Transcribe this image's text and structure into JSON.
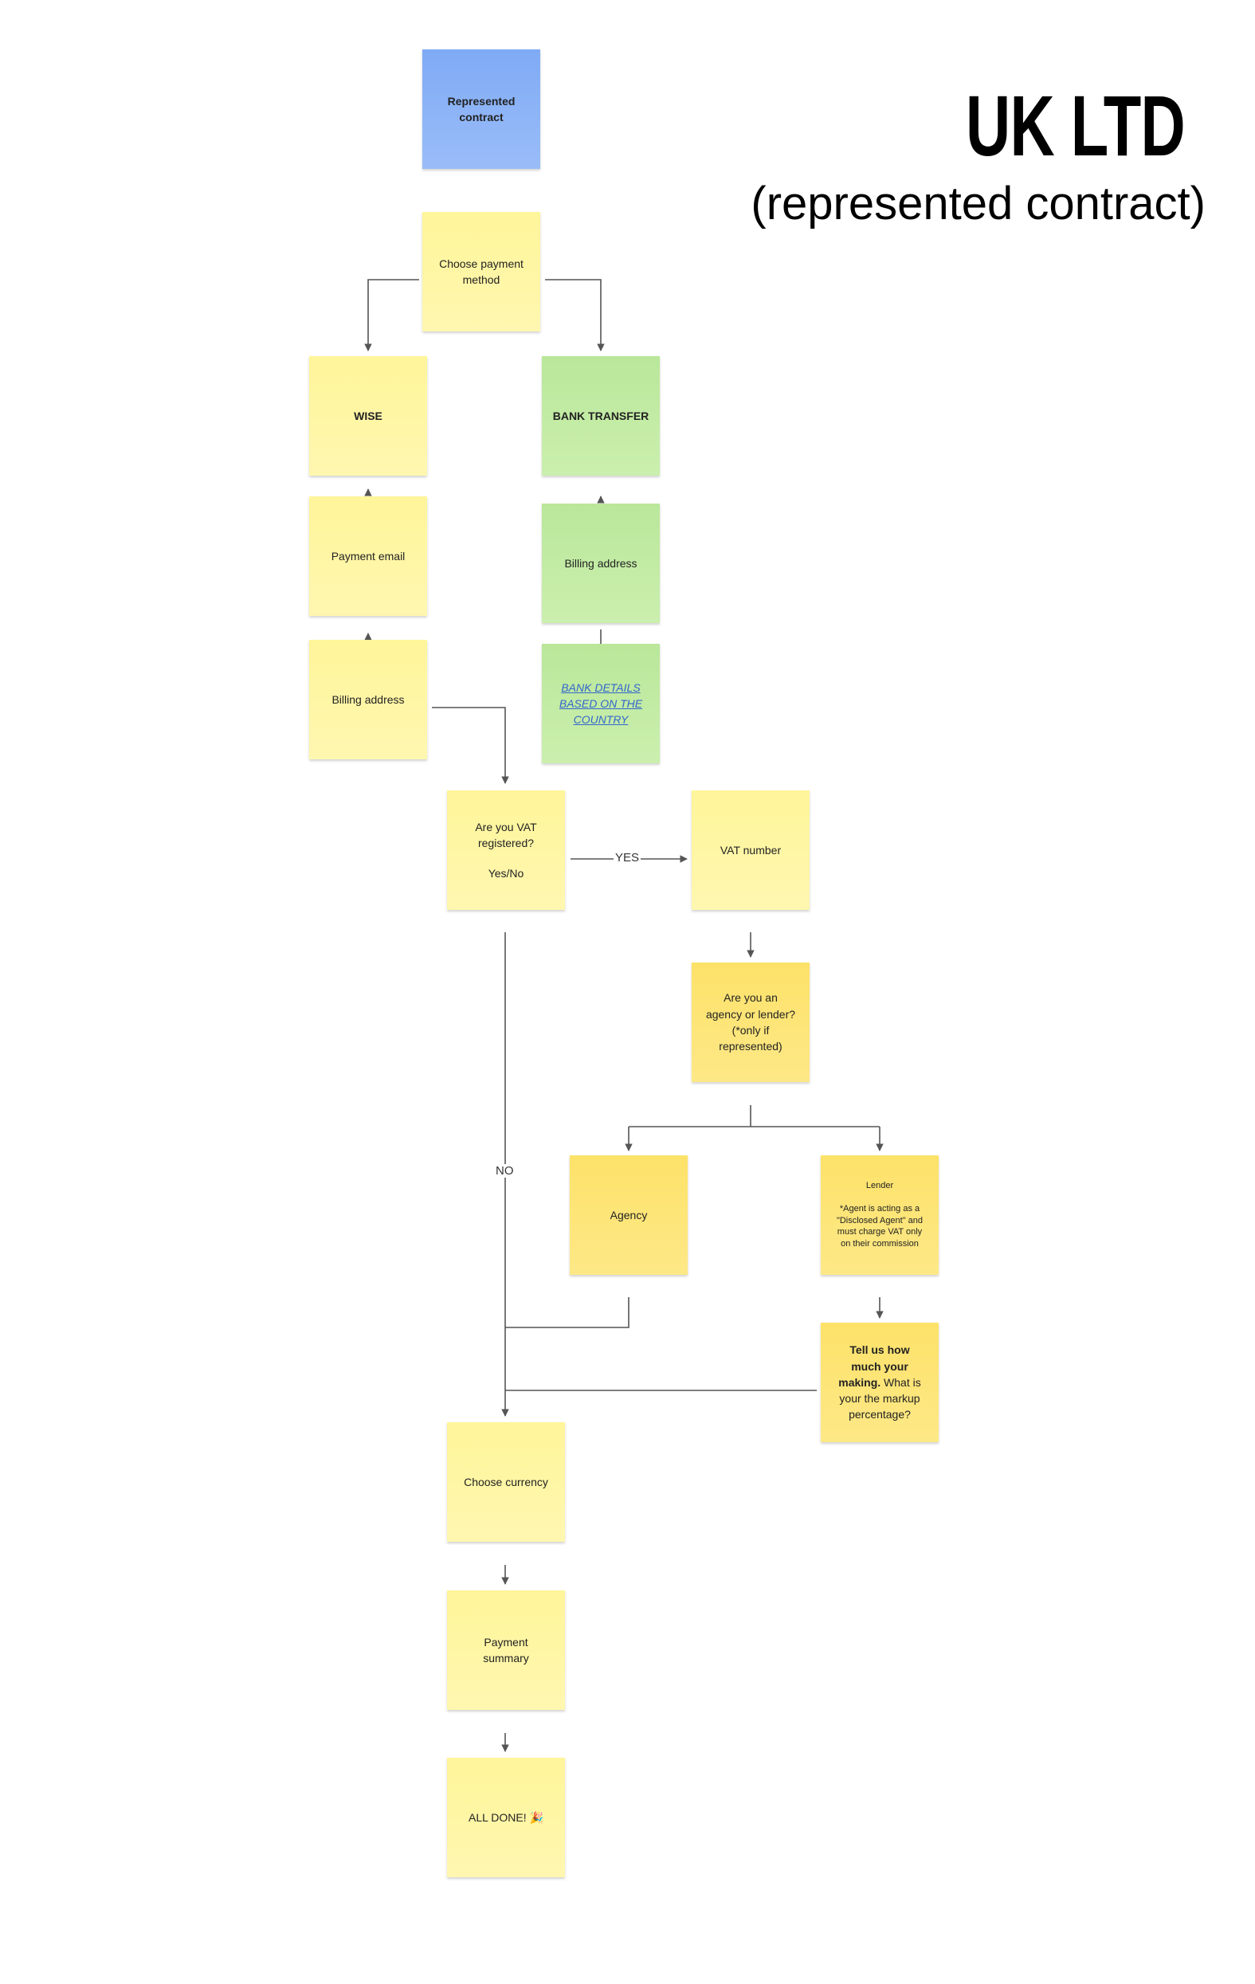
{
  "title": {
    "main": "UK LTD",
    "sub": "(represented contract)"
  },
  "nodes": {
    "represented": {
      "line1": "Represented",
      "line2": "contract"
    },
    "choose_payment": {
      "line1": "Choose payment",
      "line2": "method"
    },
    "wise": "WISE",
    "bank_transfer": "BANK TRANSFER",
    "payment_email": "Payment email",
    "billing_left": "Billing address",
    "billing_right": "Billing address",
    "bank_details": {
      "line1": "BANK DETAILS",
      "line2": "BASED ON THE",
      "line3": "COUNTRY"
    },
    "vat_registered": {
      "line1": "Are you VAT",
      "line2": "registered?",
      "line3": "Yes/No"
    },
    "vat_number": "VAT number",
    "agency_lender": {
      "line1": "Are you an",
      "line2": "agency or lender?",
      "line3": "(*only if",
      "line4": "represented)"
    },
    "agency": "Agency",
    "lender": {
      "title": "Lender",
      "line1": "*Agent is acting as a",
      "line2": "\"Disclosed Agent\" and",
      "line3": "must charge VAT only",
      "line4": "on their commission"
    },
    "markup": {
      "bold1": "Tell us how",
      "bold2": "much your",
      "bold3": "making.",
      "rest1": " What is",
      "rest2": "your the markup",
      "rest3": "percentage?"
    },
    "choose_currency": "Choose currency",
    "payment_summary": {
      "line1": "Payment",
      "line2": "summary"
    },
    "all_done": "ALL DONE! 🎉"
  },
  "edge_labels": {
    "yes": "YES",
    "no": "NO"
  },
  "colors": {
    "blue": "#8fb6f7",
    "light_yellow": "#fff6a3",
    "dark_yellow": "#fde46f",
    "green": "#c3eca6",
    "connector": "#555555"
  }
}
